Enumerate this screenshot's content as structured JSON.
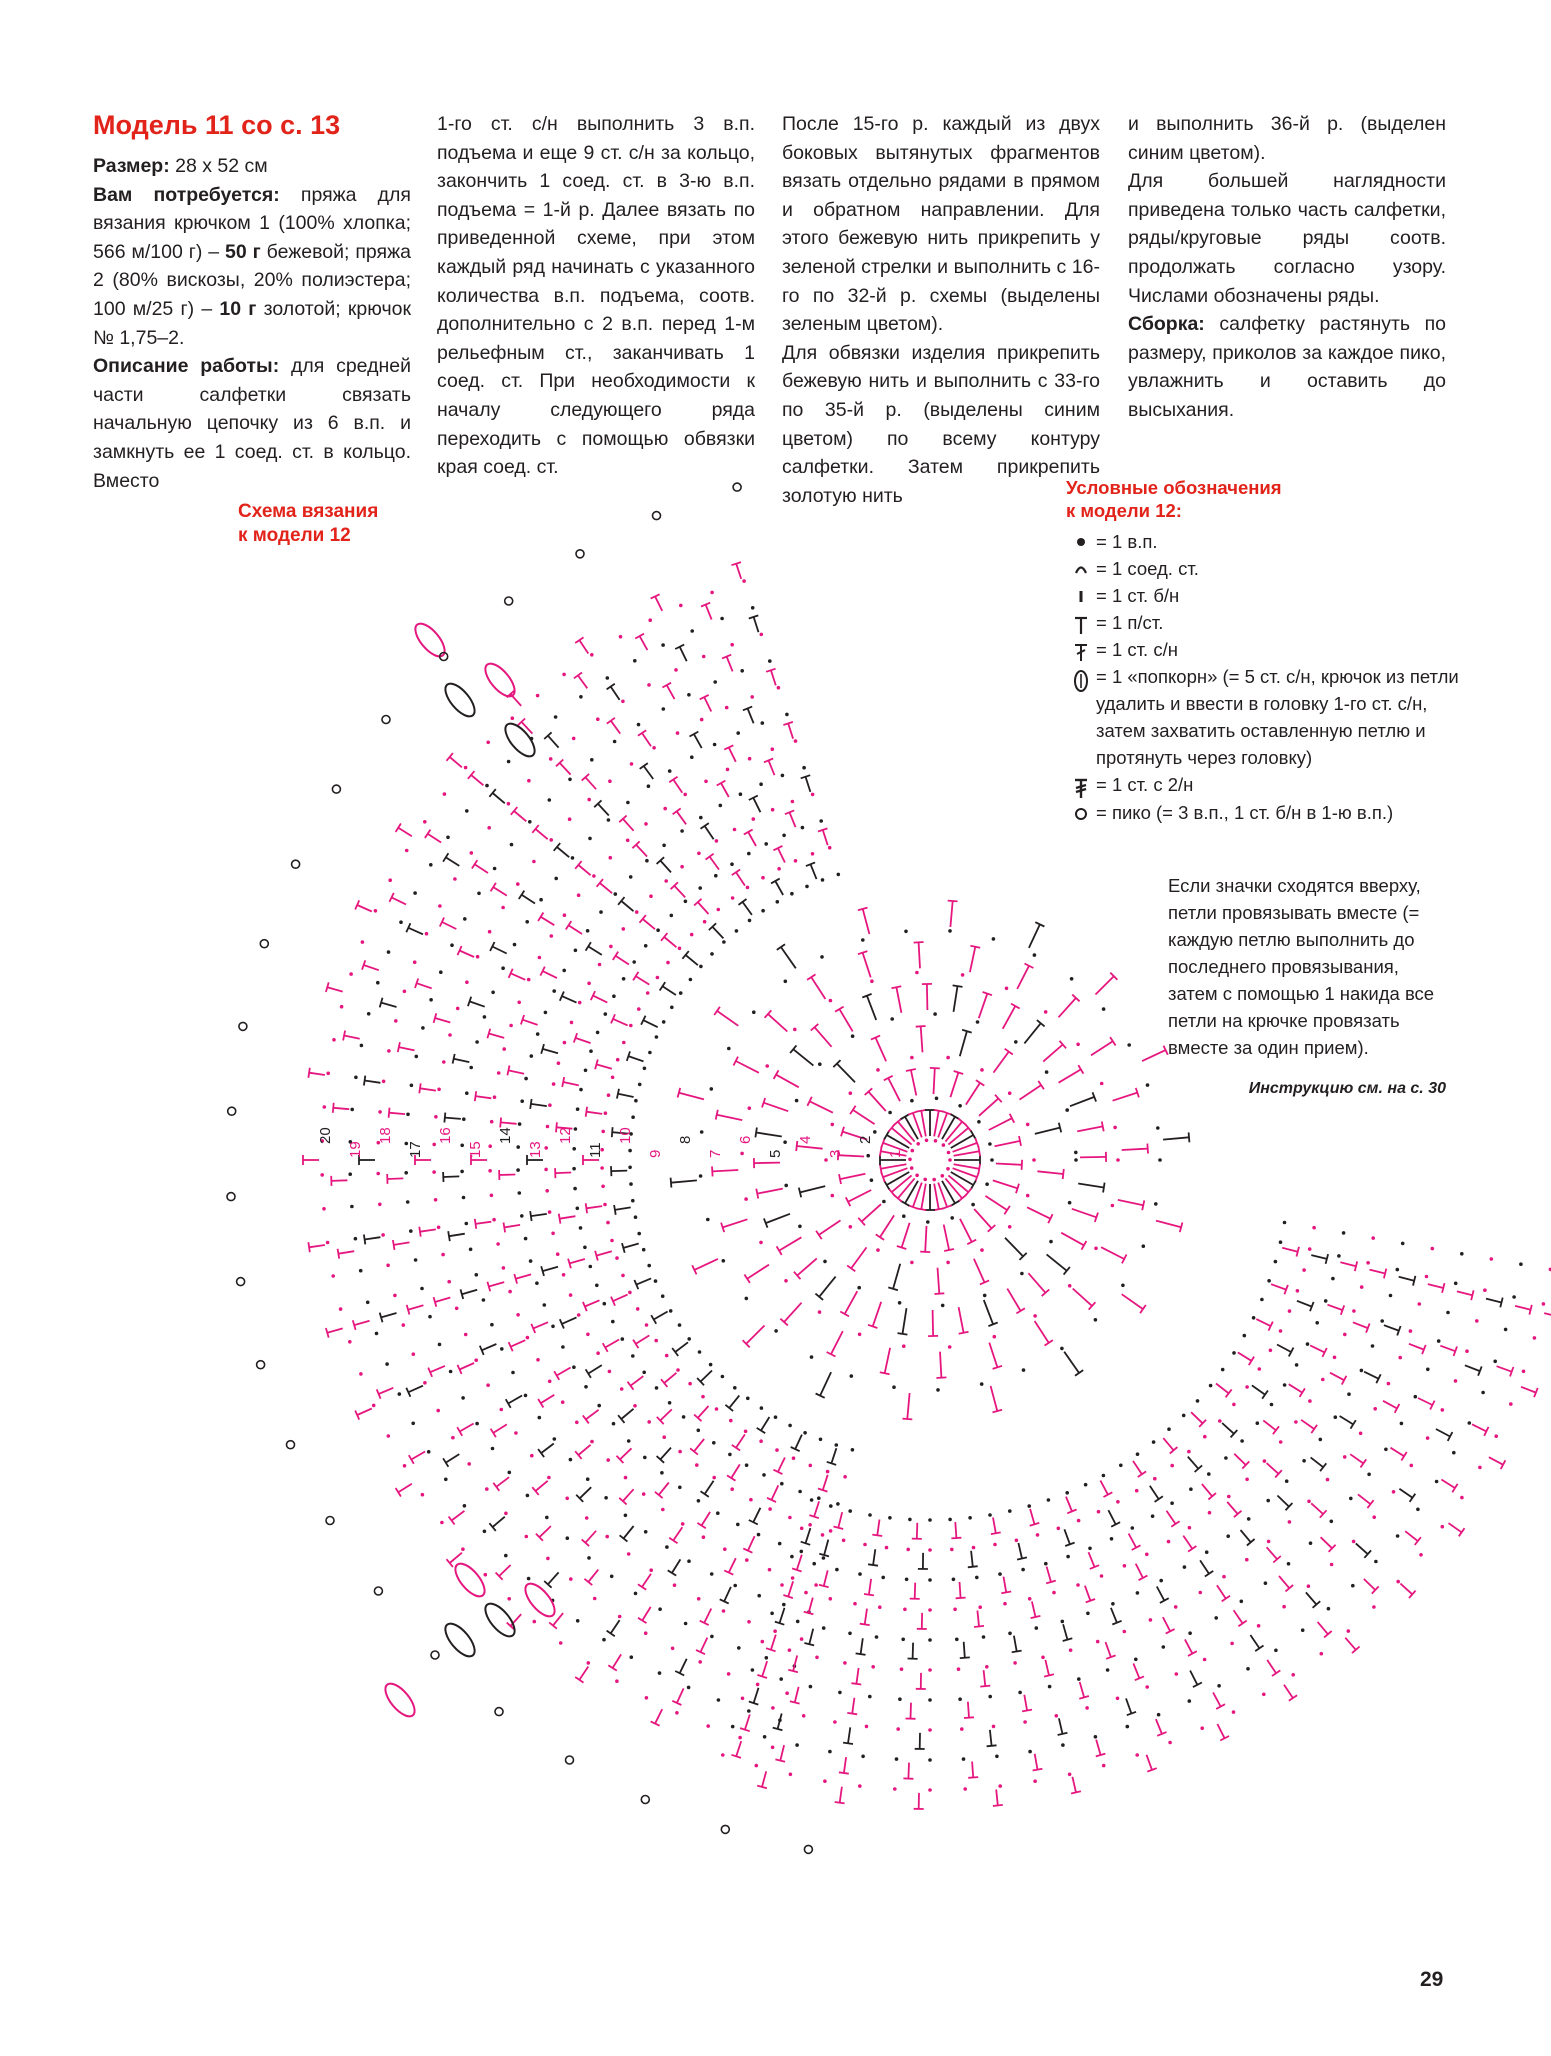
{
  "col1": {
    "title": "Модель 11 со с. 13",
    "size_label": "Размер:",
    "size_value": " 28 х 52 см",
    "need_label": "Вам потребуется:",
    "need_text_a": " пряжа для вязания крючком 1 (100% хлопка; 566 м/100 г) – ",
    "need_bold_a": "50 г",
    "need_text_b": " бежевой; пряжа 2 (80% вискозы, 20% полиэстера; 100 м/25 г) – ",
    "need_bold_b": "10 г",
    "need_text_c": " золотой; крючок № 1,75–2.",
    "desc_label": "Описание работы:",
    "desc_text": " для средней части салфетки связать начальную цепочку из 6 в.п. и замкнуть ее 1 соед. ст. в кольцо. Вместо"
  },
  "col2": {
    "text": "1-го ст. с/н выполнить 3 в.п. подъема и еще 9 ст. с/н за кольцо, закончить 1 соед. ст. в 3-ю в.п. подъема = 1-й р. Далее вязать по приведенной схеме, при этом каждый ряд начинать с указанного количества в.п. подъема, соотв. дополнительно с 2 в.п. перед 1-м рельефным ст., заканчивать 1 соед. ст. При необходимости к началу следующего ряда переходить с помощью обвязки края соед. ст."
  },
  "col3": {
    "p1": "После 15-го р. каждый из двух боковых вытянутых фрагментов вязать отдельно рядами в прямом и обратном направлении. Для этого бежевую нить прикрепить у зеленой стрелки и выполнить с 16-го по 32-й р. схемы (выделены зеленым цветом).",
    "p2": "Для обвязки изделия прикрепить бежевую нить и выполнить с 33-го по 35-й р. (выделены синим цветом) по всему контуру салфетки. Затем прикрепить золотую нить"
  },
  "col4": {
    "p1": "и выполнить 36-й р. (выделен синим цветом).",
    "p2": "Для большей наглядности приведена только часть салфетки, ряды/круговые ряды соотв. продолжать согласно узору. Числами обозначены ряды.",
    "assembly_label": "Сборка:",
    "assembly_text": " салфетку растянуть по размеру, приколов за каждое пико, увлажнить и оставить до высыхания."
  },
  "chart_title": {
    "line1": "Схема вязания",
    "line2": "к модели 12"
  },
  "legend": {
    "heading1": "Условные обозначения",
    "heading2": "к модели 12:",
    "items": [
      {
        "icon": "chain-stitch-icon",
        "text": "= 1 в.п."
      },
      {
        "icon": "slip-stitch-icon",
        "text": "= 1 соед. ст."
      },
      {
        "icon": "single-crochet-icon",
        "text": "= 1 ст. б/н"
      },
      {
        "icon": "half-double-crochet-icon",
        "text": "= 1 п/ст."
      },
      {
        "icon": "double-crochet-icon",
        "text": "= 1 ст. с/н"
      },
      {
        "icon": "popcorn-icon",
        "text": "= 1 «попкорн» (= 5 ст. с/н, крючок из петли удалить и ввести в головку 1-го ст. с/н, затем захватить оставленную петлю и протянуть через головку)"
      },
      {
        "icon": "treble-crochet-icon",
        "text": "= 1 ст. с 2/н"
      },
      {
        "icon": "picot-icon",
        "text": "= пико (= 3 в.п., 1 ст. б/н в 1-ю в.п.)"
      }
    ]
  },
  "note": "Если значки сходятся вверху, петли провязывать вместе (= каждую петлю выполнить до последнего провязывания, затем с помощью 1 накида все петли на крючке провязать вместе за один прием).",
  "reference": "Инструкцию см. на с. 30",
  "page_number": "29",
  "diagram_row_labels": [
    "1",
    "2",
    "3",
    "4",
    "5",
    "6",
    "7",
    "8",
    "9",
    "10",
    "11",
    "12",
    "13",
    "14",
    "15",
    "16",
    "17",
    "18",
    "19",
    "20"
  ],
  "colors": {
    "accent": "#e2231a",
    "magenta": "#e5177f",
    "ink": "#231f20"
  }
}
